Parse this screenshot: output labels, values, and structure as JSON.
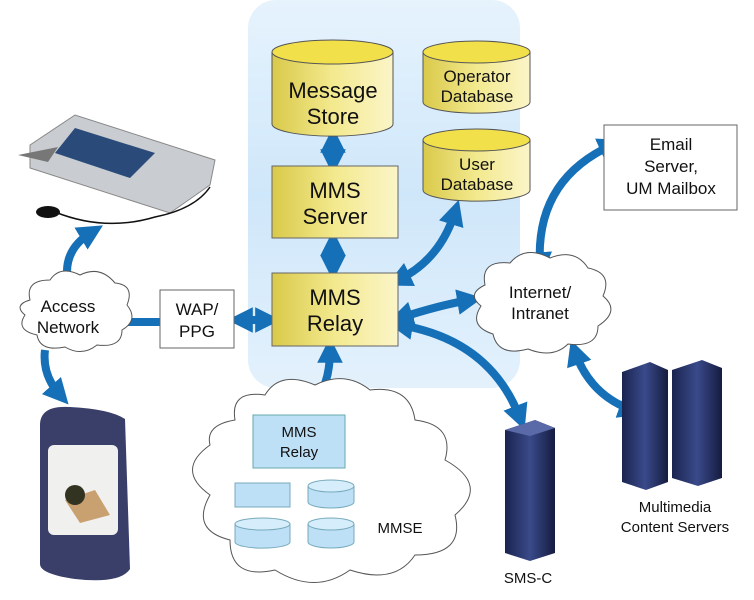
{
  "colors": {
    "arrow": "#1570b8",
    "node_fill": "#e9dc70",
    "core_background": "#d3eafb",
    "mmse_fill": "#bde0f7"
  },
  "nodes": {
    "message_store": [
      "Message",
      "Store"
    ],
    "operator_db": [
      "Operator",
      "Database"
    ],
    "user_db": [
      "User",
      "Database"
    ],
    "mms_server": [
      "MMS",
      "Server"
    ],
    "mms_relay": [
      "MMS",
      "Relay"
    ],
    "wap_ppg": [
      "WAP/",
      "PPG"
    ],
    "access_network": [
      "Access",
      "Network"
    ],
    "internet": [
      "Internet/",
      "Intranet"
    ],
    "email_server": [
      "Email",
      "Server,",
      "UM Mailbox"
    ],
    "mmse_relay": [
      "MMS",
      "Relay"
    ],
    "mmse_label": "MMSE",
    "sms_c": "SMS-C",
    "content_servers": [
      "Multimedia",
      "Content Servers"
    ]
  },
  "icons": [
    "pda-device",
    "mobile-handset",
    "server-tower"
  ]
}
